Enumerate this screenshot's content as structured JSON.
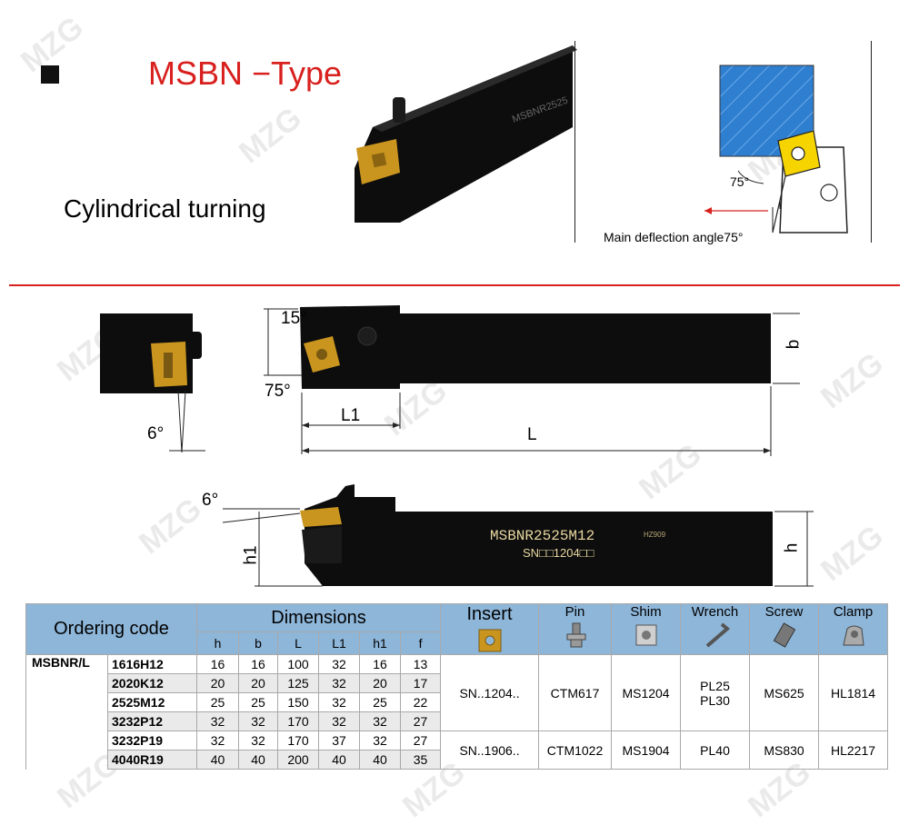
{
  "header": {
    "title": "MSBN −Type",
    "subtitle": "Cylindrical turning"
  },
  "diagram": {
    "angle_75": "75°",
    "caption": "Main deflection angle75°",
    "top_angle_15": "15°",
    "top_angle_75": "75°",
    "dim_L1": "L1",
    "dim_L": "L",
    "dim_b": "b",
    "side_6deg": "6°",
    "side_6deg_2": "6°",
    "dim_h1": "h1",
    "dim_h": "h",
    "tool_marking": "MSBNR2525M12",
    "tool_insert_marking": "SN□□1204□□",
    "tool_small_mark": "HZ909"
  },
  "watermark_text": "MZG",
  "table": {
    "ordering_code": "Ordering code",
    "dimensions": "Dimensions",
    "insert": "Insert",
    "pin": "Pin",
    "shim": "Shim",
    "wrench": "Wrench",
    "screw": "Screw",
    "clamp": "Clamp",
    "cols": [
      "h",
      "b",
      "L",
      "L1",
      "h1",
      "f"
    ],
    "series": "MSBNR/L",
    "rows": [
      {
        "code": "1616H12",
        "h": "16",
        "b": "16",
        "L": "100",
        "L1": "32",
        "h1": "16",
        "f": "13"
      },
      {
        "code": "2020K12",
        "h": "20",
        "b": "20",
        "L": "125",
        "L1": "32",
        "h1": "20",
        "f": "17"
      },
      {
        "code": "2525M12",
        "h": "25",
        "b": "25",
        "L": "150",
        "L1": "32",
        "h1": "25",
        "f": "22"
      },
      {
        "code": "3232P12",
        "h": "32",
        "b": "32",
        "L": "170",
        "L1": "32",
        "h1": "32",
        "f": "27"
      },
      {
        "code": "3232P19",
        "h": "32",
        "b": "32",
        "L": "170",
        "L1": "37",
        "h1": "32",
        "f": "27"
      },
      {
        "code": "4040R19",
        "h": "40",
        "b": "40",
        "L": "200",
        "L1": "40",
        "h1": "40",
        "f": "35"
      }
    ],
    "group1": {
      "insert": "SN..1204..",
      "pin": "CTM617",
      "shim": "MS1204",
      "wrench_a": "PL25",
      "wrench_b": "PL30",
      "screw": "MS625",
      "clamp": "HL1814"
    },
    "group2": {
      "insert": "SN..1906..",
      "pin": "CTM1022",
      "shim": "MS1904",
      "wrench": "PL40",
      "screw": "MS830",
      "clamp": "HL2217"
    }
  },
  "colors": {
    "accent": "#d8201e",
    "header_bg": "#8eb6d9",
    "insert_gold": "#c9951f",
    "tool_black": "#0d0d0d"
  }
}
